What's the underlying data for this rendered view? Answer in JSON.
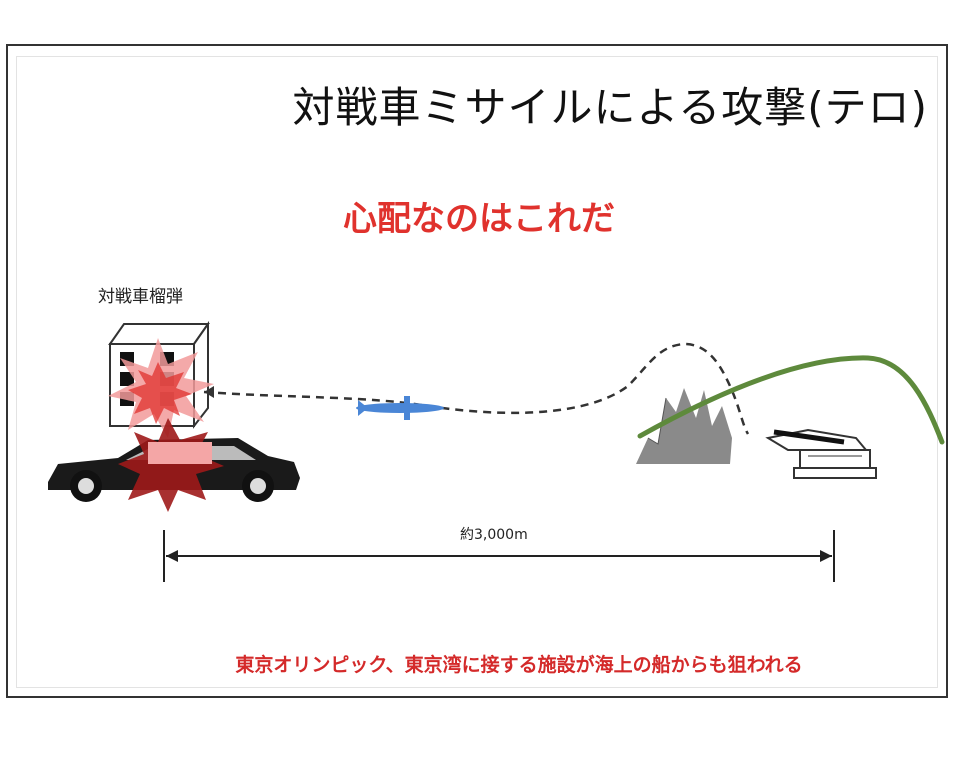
{
  "slide": {
    "title": "対戦車ミサイルによる攻撃(テロ)",
    "subtitle": "心配なのはこれだ",
    "target_label": "対戦車榴弾",
    "distance_label": "約3,000m",
    "footer": "東京オリンピック、東京湾に接する施設が海上の船からも狙われる"
  },
  "colors": {
    "title": "#111111",
    "accent_red": "#e0322d",
    "explosion_pink": "#f29a9a",
    "explosion_dark": "#9e1a1a",
    "missile_blue": "#4a86d6",
    "trajectory_green": "#5e8a3c",
    "cliff_gray": "#8a8a8a"
  },
  "icons": [
    "building-icon",
    "car-icon",
    "explosion-icon",
    "missile-icon",
    "cliff-icon",
    "launcher-icon"
  ]
}
